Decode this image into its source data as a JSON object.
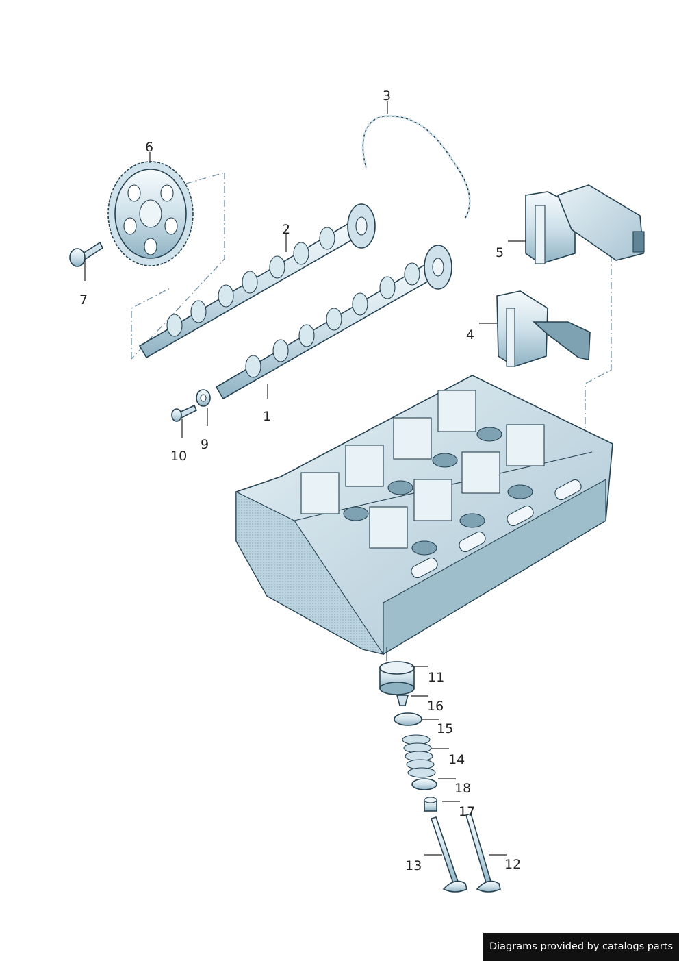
{
  "diagram": {
    "callouts": {
      "c1": "1",
      "c2": "2",
      "c3": "3",
      "c4": "4",
      "c5": "5",
      "c6": "6",
      "c7": "7",
      "c9": "9",
      "c10": "10",
      "c11": "11",
      "c12": "12",
      "c13": "13",
      "c14": "14",
      "c15": "15",
      "c16": "16",
      "c17": "17",
      "c18": "18"
    },
    "colors": {
      "metal_light": "#eef5f8",
      "metal_mid": "#cfe1ea",
      "metal_dark": "#8fb2c3",
      "line": "#24404f"
    }
  },
  "footer": {
    "credit": "Diagrams provided by catalogs parts"
  }
}
